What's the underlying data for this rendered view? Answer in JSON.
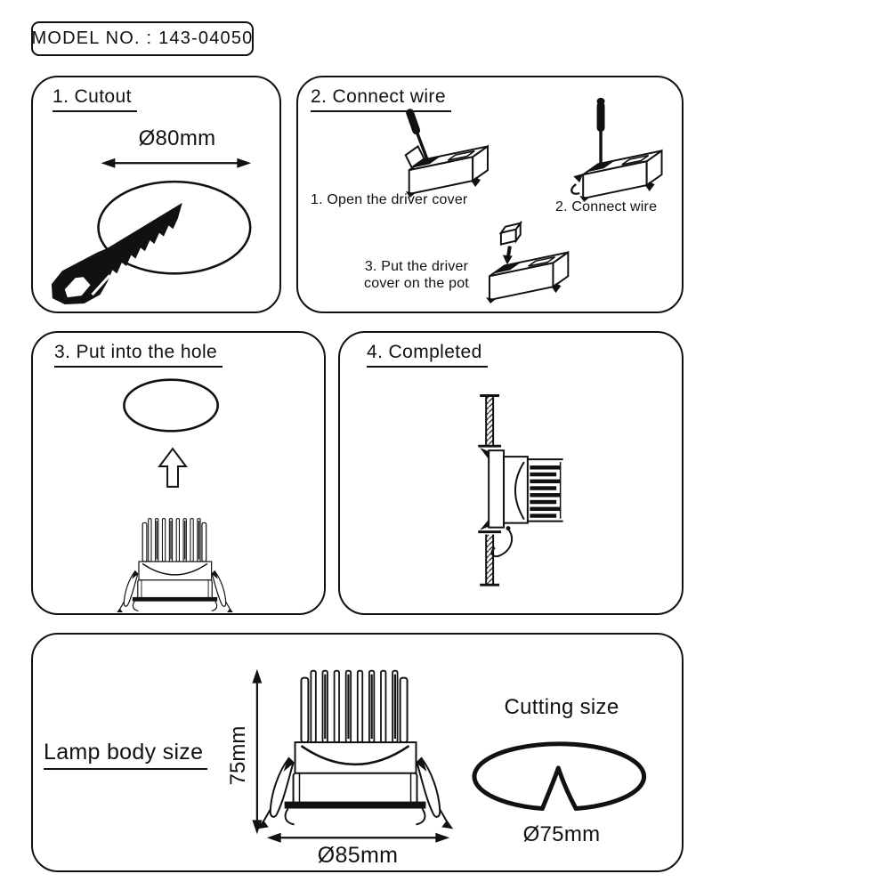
{
  "model_box": {
    "label": "MODEL NO. : 143-04050"
  },
  "panels": {
    "cutout": {
      "heading": "1. Cutout",
      "dimension_label": "Ø80mm"
    },
    "connect_wire": {
      "heading": "2. Connect wire",
      "steps": [
        {
          "label": "1. Open the driver cover"
        },
        {
          "label": "2. Connect wire"
        },
        {
          "label_lines": [
            "3. Put the driver",
            "cover on the pot"
          ]
        }
      ]
    },
    "put_into_hole": {
      "heading": "3. Put into the hole"
    },
    "completed": {
      "heading": "4. Completed"
    },
    "size": {
      "lamp_body_label": "Lamp body size",
      "height_label": "75mm",
      "width_label": "Ø85mm",
      "cutting_label": "Cutting size",
      "cutting_diameter_label": "Ø75mm"
    }
  },
  "illustrations": {
    "cutout": "hand-saw cutting elliptical hole",
    "connect_wire": "driver box opened with screwdriver, wire connected, cover replaced",
    "put_into_hole": "downlight pushed up into ceiling hole",
    "completed": "downlight installed in ceiling cross-section",
    "size": "downlight front view with dimensions and cutting hole shape"
  },
  "colors": {
    "ink": "#111111",
    "background": "#ffffff"
  }
}
